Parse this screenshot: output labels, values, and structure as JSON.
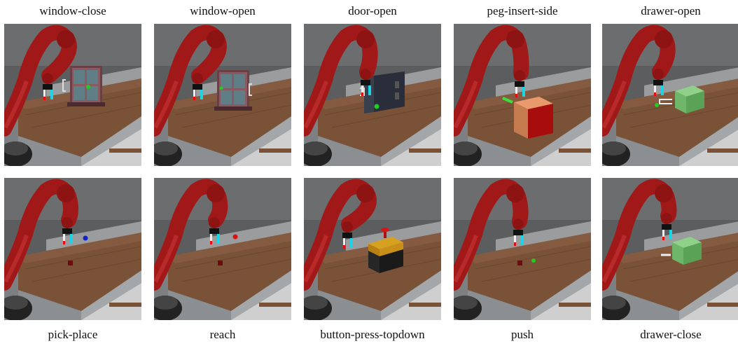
{
  "top_row": [
    {
      "task": "window-close",
      "object": "window",
      "goal_color": "#22cc22"
    },
    {
      "task": "window-open",
      "object": "window",
      "goal_color": "#22cc22"
    },
    {
      "task": "door-open",
      "object": "door",
      "goal_color": "#22cc22"
    },
    {
      "task": "peg-insert-side",
      "object": "peg-box",
      "goal_color": "#22cc22"
    },
    {
      "task": "drawer-open",
      "object": "drawer",
      "goal_color": "#22cc22"
    }
  ],
  "bottom_row": [
    {
      "task": "pick-place",
      "object": "puck",
      "goal_color": "#1020cc"
    },
    {
      "task": "reach",
      "object": "puck",
      "goal_color": "#dd1010"
    },
    {
      "task": "button-press-topdown",
      "object": "button-box",
      "goal_color": "#dd1010"
    },
    {
      "task": "push",
      "object": "puck",
      "goal_color": "#22cc22"
    },
    {
      "task": "drawer-close",
      "object": "drawer",
      "goal_color": "#22cc22"
    }
  ],
  "colors": {
    "robot_red": "#a11818",
    "table_wood": "#7a5238",
    "background": "#5b5d5e",
    "gripper_cyan": "#19d5e6"
  }
}
